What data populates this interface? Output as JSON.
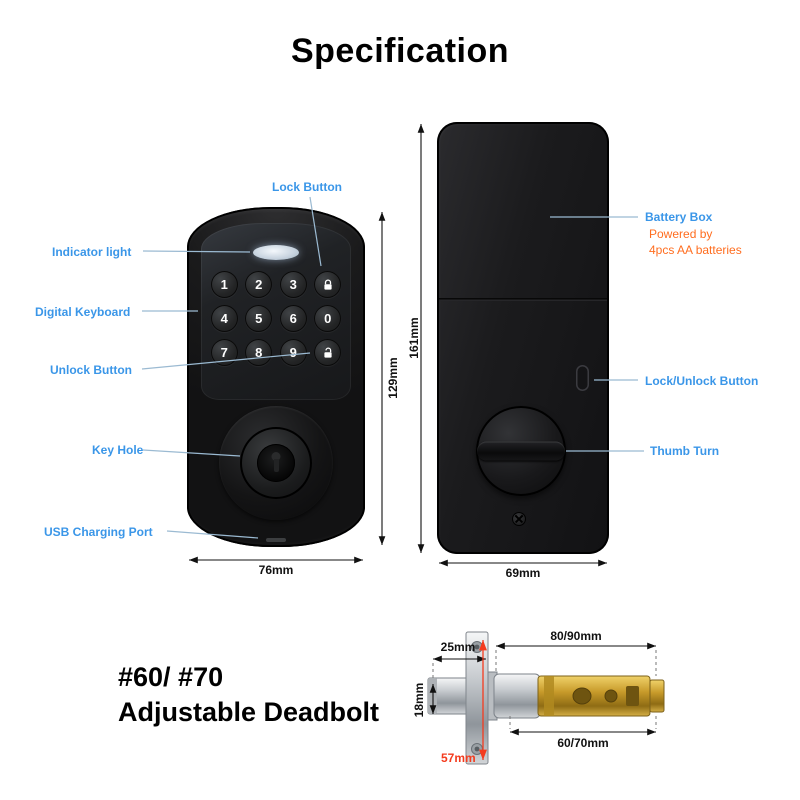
{
  "title": "Specification",
  "front_view": {
    "labels": {
      "lock_button": "Lock Button",
      "indicator_light": "Indicator light",
      "digital_keyboard": "Digital Keyboard",
      "unlock_button": "Unlock Button",
      "key_hole": "Key Hole",
      "usb_charging_port": "USB Charging Port"
    },
    "keys": [
      "1",
      "2",
      "3",
      "lock",
      "4",
      "5",
      "6",
      "0",
      "7",
      "8",
      "9",
      "unlock"
    ],
    "dimensions": {
      "height": "129mm",
      "width": "76mm"
    }
  },
  "back_view": {
    "labels": {
      "battery_box": "Battery Box",
      "battery_note_line1": "Powered by",
      "battery_note_line2": "4pcs AA batteries",
      "lock_unlock_button": "Lock/Unlock Button",
      "thumb_turn": "Thumb Turn"
    },
    "dimensions": {
      "height": "161mm",
      "width": "69mm"
    }
  },
  "deadbolt": {
    "model": "#60/ #70",
    "name": "Adjustable Deadbolt",
    "dimensions": {
      "backset": "25mm",
      "top_length": "80/90mm",
      "bolt_height": "18mm",
      "bottom_length": "60/70mm",
      "faceplate_length": "57mm"
    }
  },
  "colors": {
    "label_blue": "#3A96E8",
    "note_orange": "#FF6D1F",
    "dim_red": "#F43B1E",
    "lock_body": "#1a1a1b"
  }
}
